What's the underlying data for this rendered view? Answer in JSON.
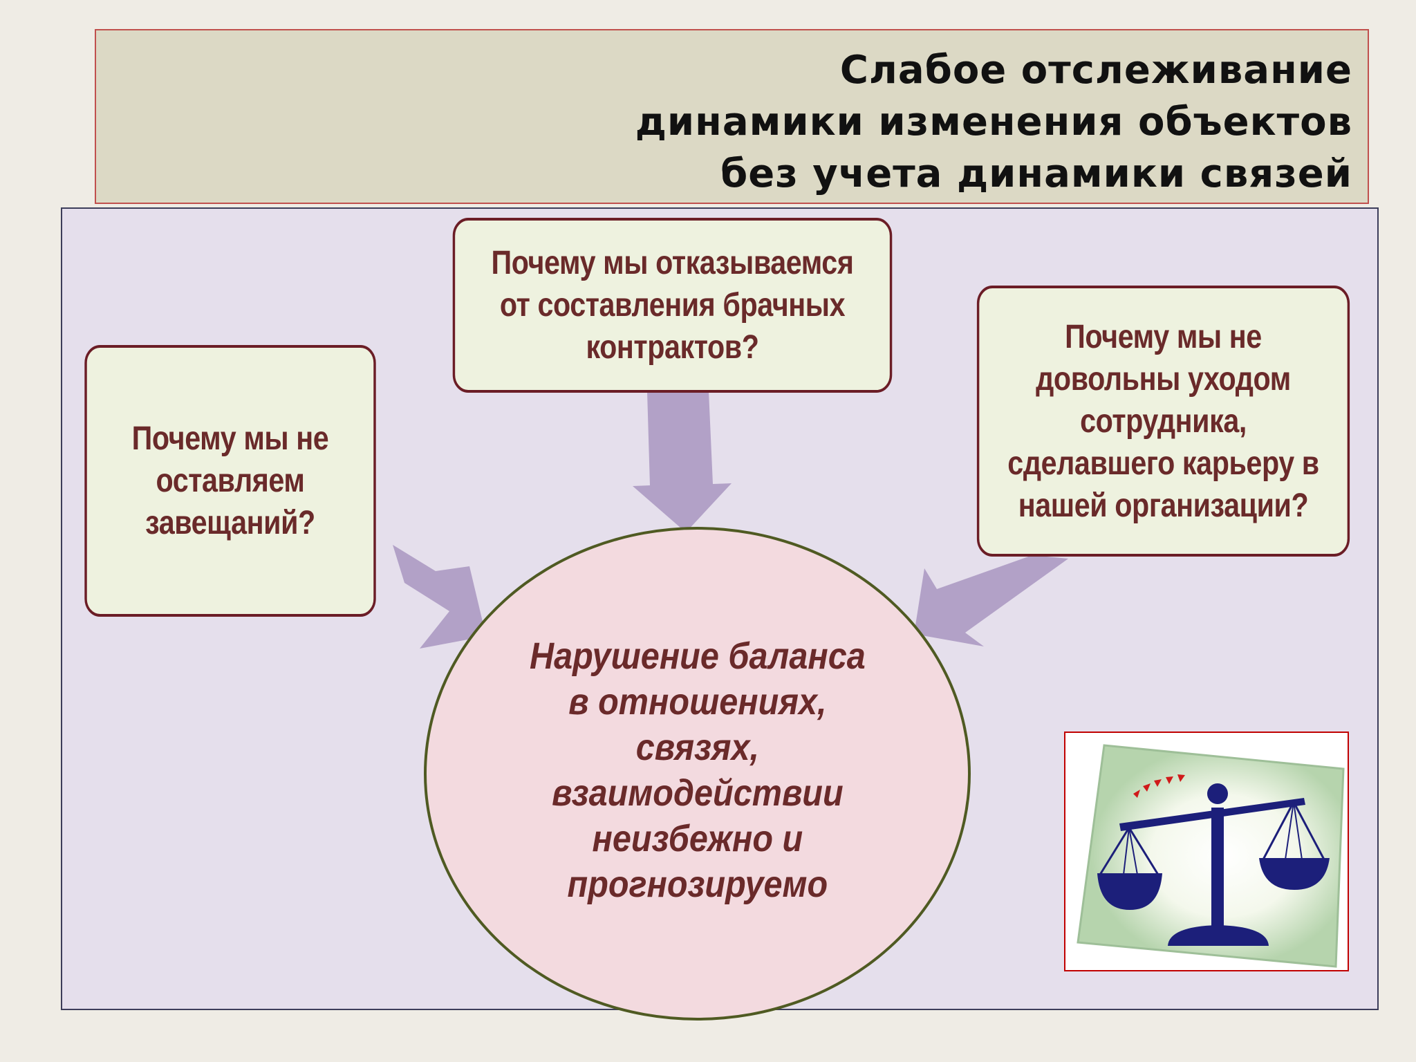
{
  "title": {
    "lines": [
      "Слабое отслеживание",
      "динамики изменения объектов",
      "без учета динамики связей"
    ]
  },
  "questions": {
    "left": "Почему мы не\nоставляем\nзавещаний?",
    "top": "Почему мы отказываемся\nот составления брачных\nконтрактов?",
    "right": "Почему мы не\nдовольны уходом\nсотрудника,\nсделавшего карьеру в\nнашей организации?"
  },
  "center": {
    "text": "Нарушение баланса\nв отношениях,\nсвязях,\nвзаимодействии\nнеизбежно и\nпрогнозируемо"
  },
  "picture": {
    "icon": "scales-icon"
  },
  "colors": {
    "title_bg": "#dcd9c5",
    "panel_bg": "#e5dfec",
    "box_bg": "#eef2df",
    "box_border": "#6b1d26",
    "text": "#6a2a2a",
    "arrow": "#b2a1c7",
    "circle_bg": "#f3dadf",
    "circle_border": "#4f5a22",
    "scales": "#1c1f7a"
  }
}
